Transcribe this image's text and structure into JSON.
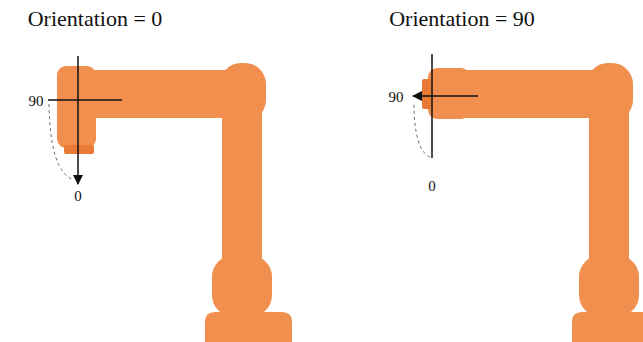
{
  "diagram": {
    "labels": [
      "Orientation = 0",
      "90",
      "0",
      "Orientation = 90",
      "90",
      "0"
    ]
  }
}
